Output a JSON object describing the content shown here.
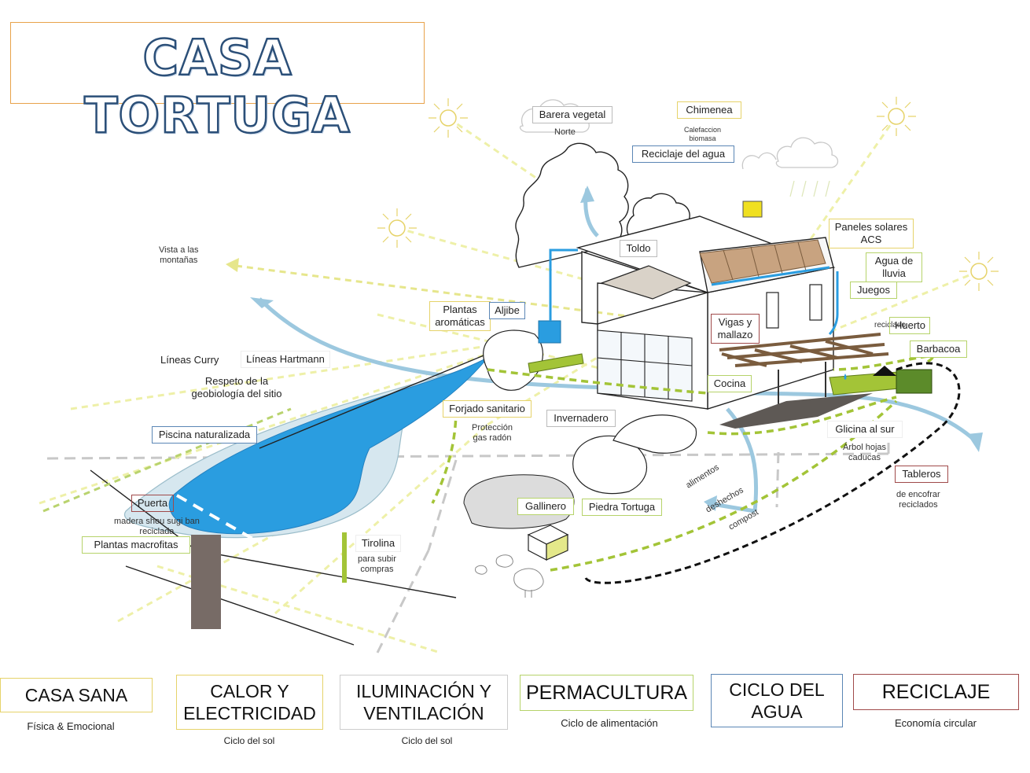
{
  "title": "CASA TORTUGA",
  "labels": {
    "barrera_vegetal": "Barera vegetal",
    "norte": "Norte",
    "chimenea": "Chimenea",
    "calefaccion_1": "Calefaccion",
    "calefaccion_2": "biomasa",
    "reciclaje_agua": "Reciclaje del agua",
    "paneles_1": "Paneles solares",
    "paneles_2": "ACS",
    "agua_lluvia_1": "Agua de",
    "agua_lluvia_2": "lluvia",
    "juegos": "Juegos",
    "huerto": "Huerto",
    "reciclado": "reciclado",
    "barbacoa": "Barbacoa",
    "toldo": "Toldo",
    "vista_1": "Vista a las",
    "vista_2": "montañas",
    "plantas_arom_1": "Plantas",
    "plantas_arom_2": "aromáticas",
    "aljibe": "Aljibe",
    "vigas_1": "Vigas y",
    "vigas_2": "mallazo",
    "cocina": "Cocina",
    "lineas_curry": "Líneas Curry",
    "lineas_hartmann": "Líneas Hartmann",
    "respeto_1": "Respeto de la",
    "respeto_2": "geobiología del sitio",
    "forjado": "Forjado sanitario",
    "proteccion_1": "Protección",
    "proteccion_2": "gas radón",
    "invernadero": "Invernadero",
    "glicina": "Glicina al sur",
    "arbol_1": "Árbol hojas",
    "arbol_2": "caducas",
    "piscina": "Piscina naturalizada",
    "tableros": "Tableros",
    "encofrar_1": "de encofrar",
    "encofrar_2": "reciclados",
    "alimentos": "alimentos",
    "deshechos": "deshechos",
    "compost": "compost",
    "puerta": "Puerta",
    "madera_1": "madera shou sugi ban",
    "madera_2": "reciclada",
    "plantas_macro": "Plantas macrofitas",
    "gallinero": "Gallinero",
    "piedra_tortuga": "Piedra Tortuga",
    "tirolina": "Tirolina",
    "para_subir_1": "para subir",
    "para_subir_2": "compras"
  },
  "categories": [
    {
      "title": "CASA SANA",
      "subtitle": "Física & Emocional",
      "color": "#e6d36a"
    },
    {
      "title": "CALOR Y\nELECTRICIDAD",
      "subtitle": "Ciclo del sol",
      "color": "#e6d36a"
    },
    {
      "title": "ILUMINACIÓN Y\nVENTILACIÓN",
      "subtitle": "Ciclo del sol",
      "color": "#cccccc"
    },
    {
      "title": "PERMACULTURA",
      "subtitle": "Ciclo de alimentación",
      "color": "#b6d36a"
    },
    {
      "title": "CICLO DEL\nAGUA",
      "subtitle": "",
      "color": "#5b86b5"
    },
    {
      "title": "RECICLAJE",
      "subtitle": "Economía circular",
      "color": "#a04a4a"
    }
  ],
  "colors": {
    "sun": "#e6d36a",
    "water": "#2a9de0",
    "water_light": "#d9eaf2",
    "green": "#b6d36a",
    "title_stroke": "#2b4f78"
  }
}
